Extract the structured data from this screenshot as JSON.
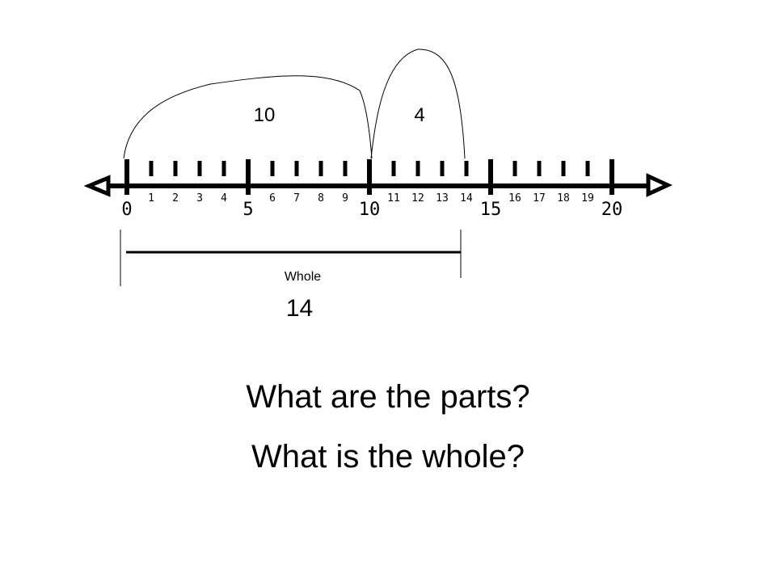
{
  "number_line": {
    "min": 0,
    "max": 20,
    "major_labels": [
      "0",
      "5",
      "10",
      "15",
      "20"
    ],
    "minor_labels": [
      "1",
      "2",
      "3",
      "4",
      "6",
      "7",
      "8",
      "9",
      "11",
      "12",
      "13",
      "14",
      "16",
      "17",
      "18",
      "19"
    ]
  },
  "jumps": [
    {
      "from": 0,
      "to": 10,
      "label": "10"
    },
    {
      "from": 10,
      "to": 14,
      "label": "4"
    }
  ],
  "whole_bracket": {
    "from": 0,
    "to": 14,
    "caption": "Whole",
    "value": "14"
  },
  "questions": [
    "What are the parts?",
    "What is the whole?"
  ]
}
